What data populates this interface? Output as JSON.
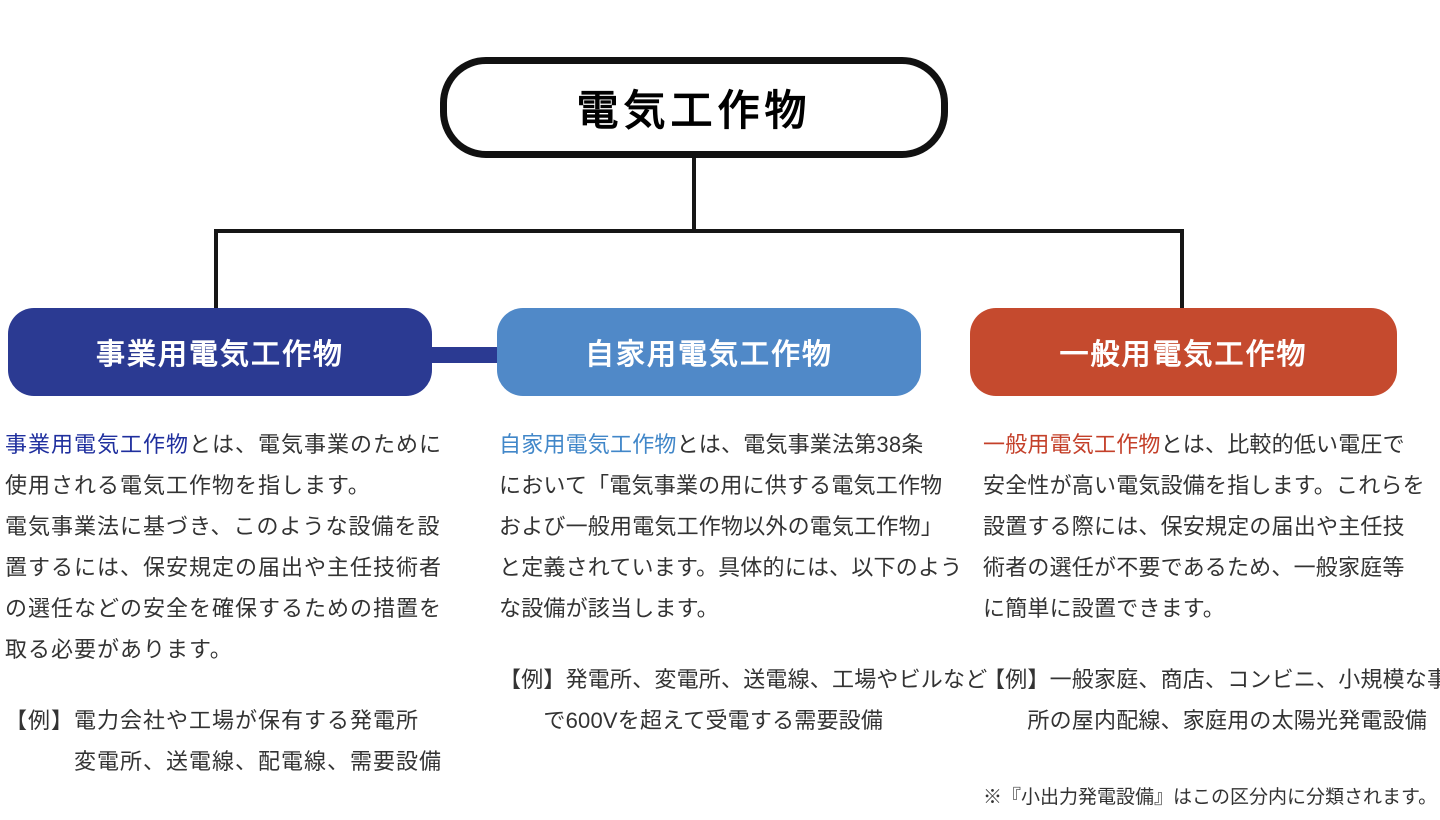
{
  "diagram": {
    "root": {
      "label": "電気工作物"
    },
    "branches": [
      {
        "id": "business",
        "header": "事業用電気工作物",
        "header_bg": "#2b3a92",
        "lead": "事業用電気工作物",
        "lead_color": "#1f2f9e",
        "body": "とは、電気事業のために\n使用される電気工作物を指します。\n電気事業法に基づき、このような設備を設\n置するには、保安規定の届出や主任技術者\nの選任などの安全を確保するための措置を\n取る必要があります。",
        "example": "【例】電力会社や工場が保有する発電所\n　　　変電所、送電線、配電線、需要設備"
      },
      {
        "id": "private",
        "header": "自家用電気工作物",
        "header_bg": "#5089c8",
        "lead": "自家用電気工作物",
        "lead_color": "#4187c9",
        "body": "とは、電気事業法第38条\nにおいて「電気事業の用に供する電気工作物\nおよび一般用電気工作物以外の電気工作物」\nと定義されています。具体的には、以下のよう\nな設備が該当します。",
        "example": "【例】発電所、変電所、送電線、工場やビルなど\n　　で600Vを超えて受電する需要設備"
      },
      {
        "id": "general",
        "header": "一般用電気工作物",
        "header_bg": "#c54a2e",
        "lead": "一般用電気工作物",
        "lead_color": "#c4402a",
        "body": "とは、比較的低い電圧で\n安全性が高い電気設備を指します。これらを\n設置する際には、保安規定の届出や主任技\n術者の選任が不要であるため、一般家庭等\nに簡単に設置できます。",
        "example": "【例】一般家庭、商店、コンビニ、小規模な事務\n　　所の屋内配線、家庭用の太陽光発電設備",
        "note": "※『小出力発電設備』はこの区分内に分類されます。"
      }
    ],
    "colors": {
      "business_blue": "#2b3a92",
      "private_blue": "#5089c8",
      "general_red": "#c54a2e",
      "lead_business": "#1f2f9e",
      "lead_private": "#4187c9",
      "lead_general": "#c4402a",
      "connector_black": "#161616",
      "body_text": "#333333"
    }
  }
}
